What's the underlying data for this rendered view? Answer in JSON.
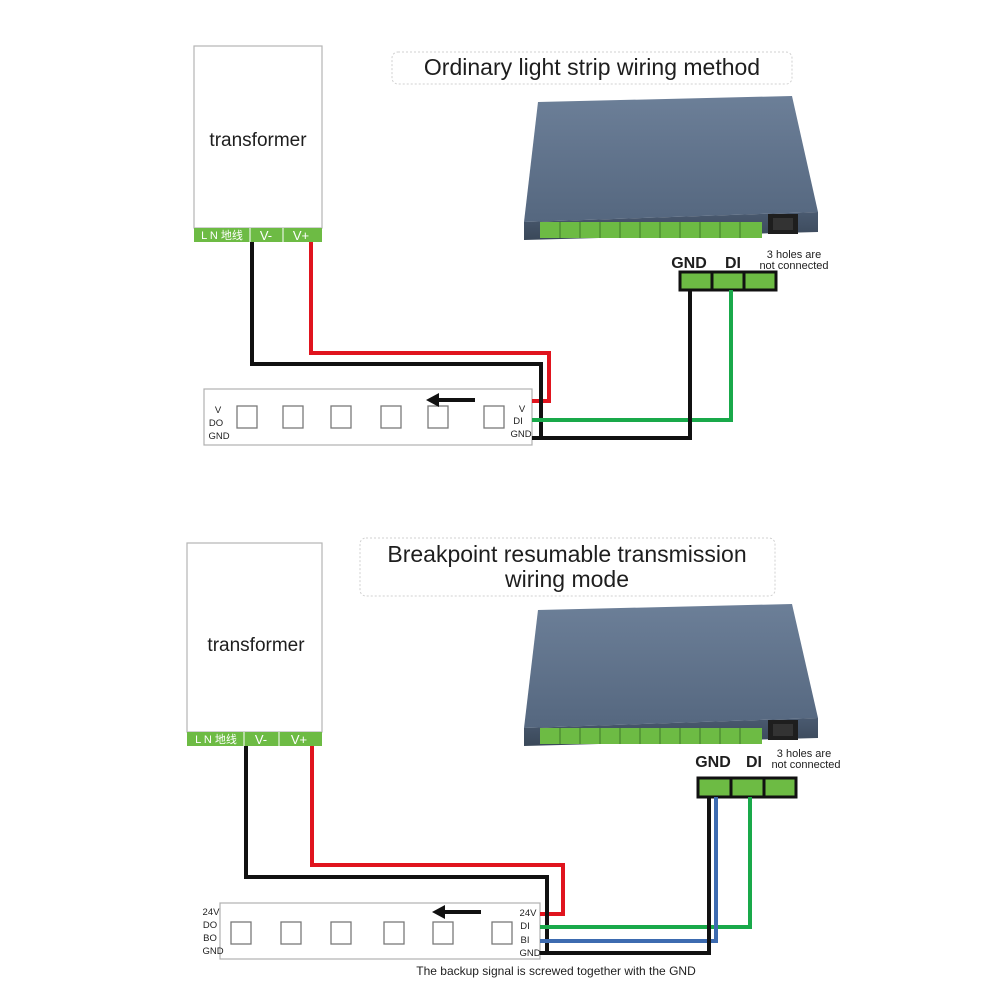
{
  "colors": {
    "power_positive": "#e0141e",
    "power_negative": "#111111",
    "data_signal": "#19a94a",
    "backup_signal": "#3d6bb0",
    "terminal_green": "#6dbb44",
    "controller_body": "#5d7089"
  },
  "top": {
    "title": "Ordinary light strip wiring method",
    "transformer": {
      "label": "transformer",
      "terminals": [
        "L N 地线",
        "V-",
        "V+"
      ]
    },
    "controller": {
      "connector_labels": [
        "GND",
        "DI"
      ],
      "note_line1": "3 holes are",
      "note_line2": "not connected"
    },
    "strip": {
      "left_pins": [
        "V",
        "DO",
        "GND"
      ],
      "right_pins": [
        "V",
        "DI",
        "GND"
      ],
      "led_count": 6,
      "arrow_direction": "left"
    }
  },
  "bottom": {
    "title_line1": "Breakpoint resumable transmission",
    "title_line2": "wiring mode",
    "transformer": {
      "label": "transformer",
      "terminals": [
        "L N 地线",
        "V-",
        "V+"
      ]
    },
    "controller": {
      "connector_labels": [
        "GND",
        "DI"
      ],
      "note_line1": "3 holes are",
      "note_line2": "not connected"
    },
    "strip": {
      "left_pins": [
        "24V",
        "DO",
        "BO",
        "GND"
      ],
      "right_pins": [
        "24V",
        "DI",
        "BI",
        "GND"
      ],
      "led_count": 6,
      "arrow_direction": "left"
    },
    "footnote": "The backup signal is screwed together with the GND"
  }
}
